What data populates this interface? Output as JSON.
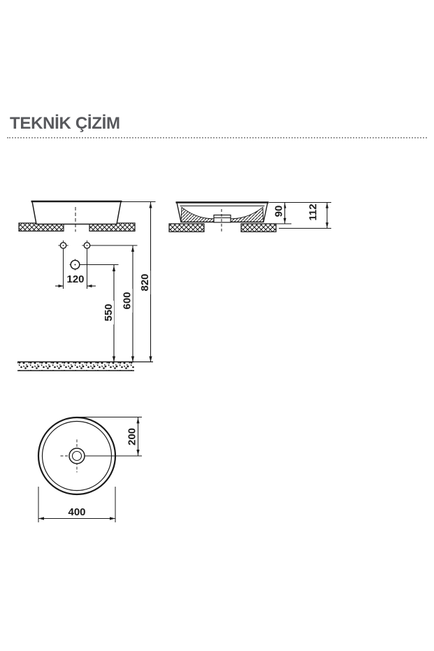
{
  "page": {
    "title": "TEKNİK ÇİZİM"
  },
  "colors": {
    "drawing_lines": "#1a1a1a",
    "title_text": "#57585c",
    "divider_dots": "#9b9b9b",
    "background": "#ffffff"
  },
  "front_view": {
    "dim_hole_spacing": "120",
    "dim_faucet_height": "550",
    "dim_hole_height": "600",
    "dim_rim_height": "820"
  },
  "side_view": {
    "dim_height_above_counter": "90",
    "dim_total_height": "112"
  },
  "top_view": {
    "dim_center_offset": "200",
    "dim_diameter": "400"
  }
}
